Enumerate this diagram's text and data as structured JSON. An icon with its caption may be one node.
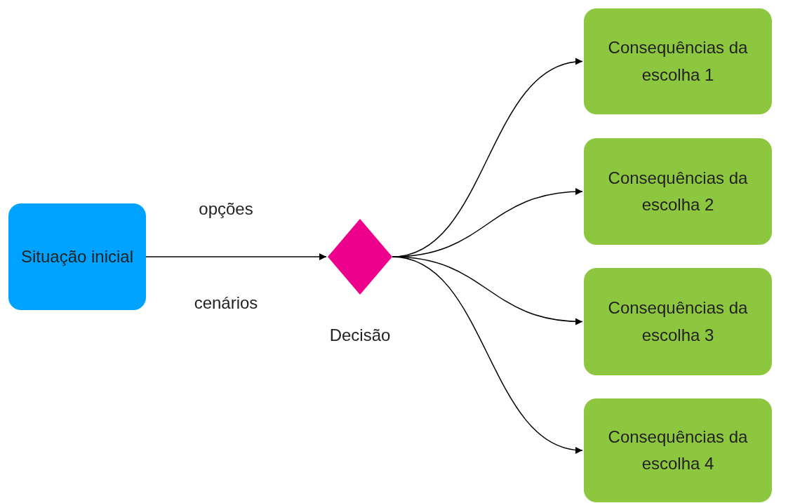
{
  "diagram": {
    "nodes": [
      {
        "text": [
          "Situação inicial"
        ]
      },
      {
        "text": [],
        "shape": "diamond",
        "beside": [
          "Decisão"
        ]
      },
      {
        "text": [
          "Consequências da escolha 1"
        ]
      },
      {
        "text": [
          "Consequências da escolha 2"
        ]
      },
      {
        "text": [
          "Consequências da escolha 3"
        ]
      },
      {
        "text": [
          "Consequências da escolha 4"
        ]
      }
    ],
    "edges": [
      {
        "from": 0,
        "to": 1,
        "arrow": "to"
      },
      {
        "from": 1,
        "to": 2,
        "arrow": "to"
      },
      {
        "from": 1,
        "to": 3,
        "arrow": "to"
      },
      {
        "from": 1,
        "to": 4,
        "arrow": "to"
      },
      {
        "from": 1,
        "to": 5,
        "arrow": "to"
      }
    ],
    "labels": [
      "opções",
      "cenários"
    ]
  }
}
